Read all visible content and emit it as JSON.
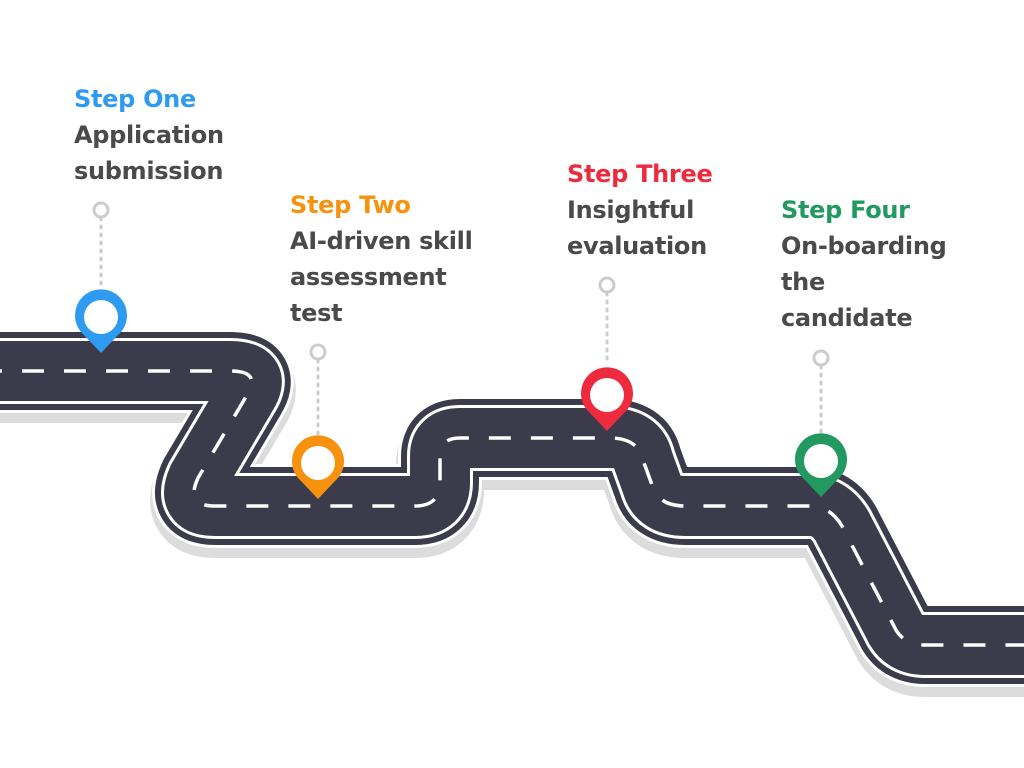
{
  "steps": [
    {
      "title": "Step One",
      "desc": "Application\nsubmission",
      "color": "#2f9bf0"
    },
    {
      "title": "Step Two",
      "desc": "AI-driven skill\nassessment\ntest",
      "color": "#f7920f"
    },
    {
      "title": "Step Three",
      "desc": "Insightful\nevaluation",
      "color": "#ee2a3f"
    },
    {
      "title": "Step Four",
      "desc": "On-boarding\nthe\ncandidate",
      "color": "#229960"
    }
  ],
  "colors": {
    "road": "#3b3b4b",
    "road_edge": "#ffffff",
    "road_shadow": "#dcdcdc",
    "lane_marking": "#ffffff",
    "connector": "#cccccc"
  }
}
